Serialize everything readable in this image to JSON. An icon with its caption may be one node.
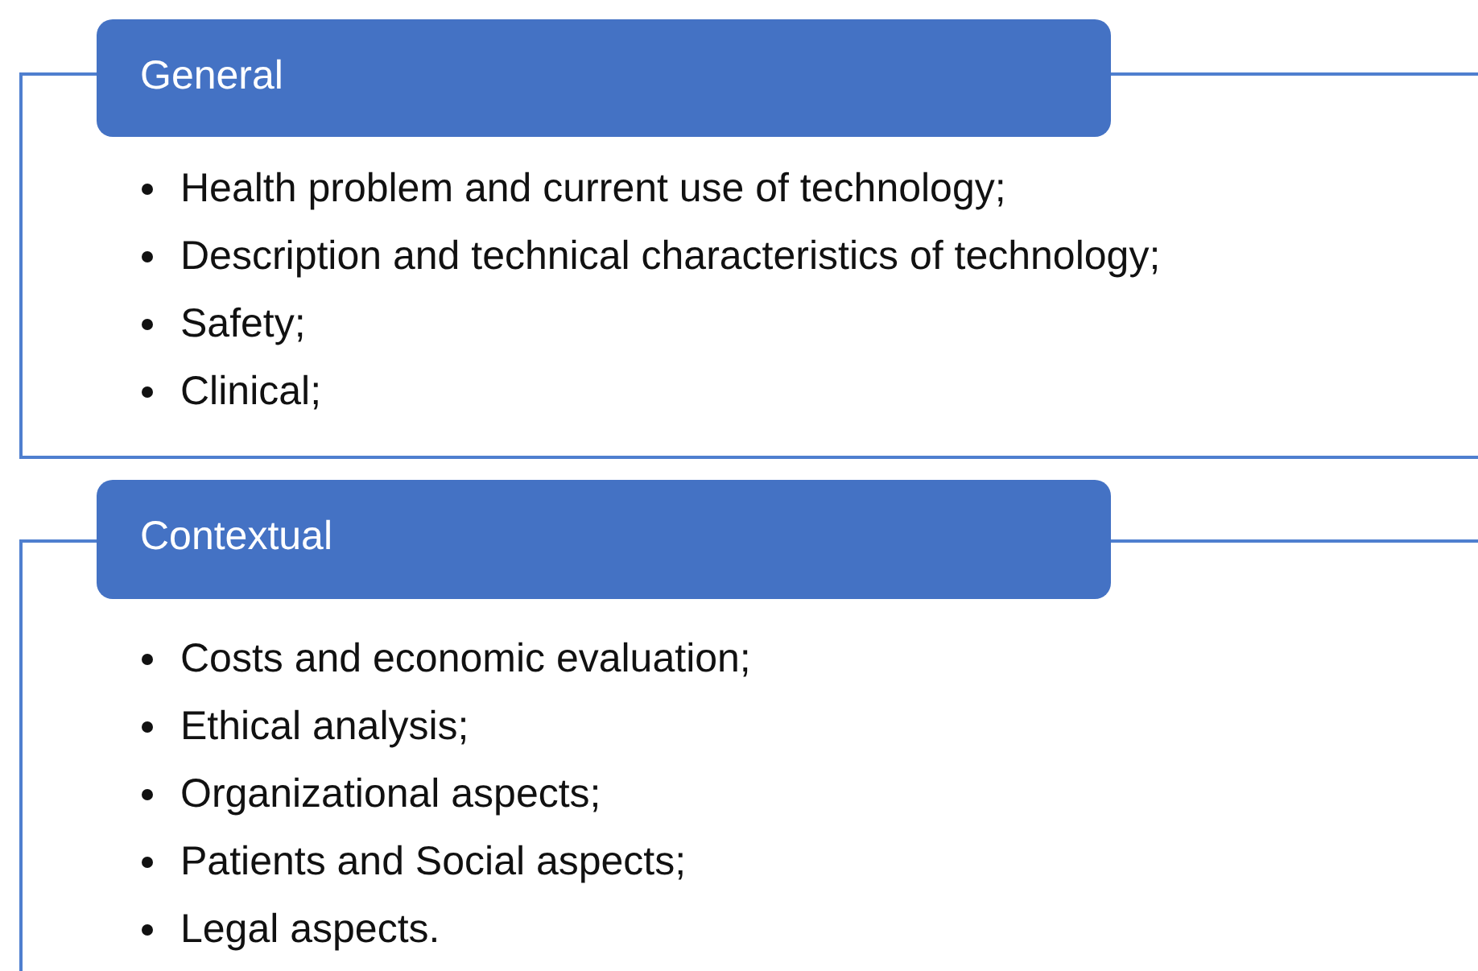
{
  "diagram": {
    "nodes": [
      {
        "text": [
          "General",
          "Health problem and current use of technology;",
          "Description and technical characteristics of technology;",
          "Safety;",
          "Clinical;"
        ]
      },
      {
        "text": [
          "Contextual",
          "Costs and economic evaluation;",
          "Ethical analysis;",
          "Organizational aspects;",
          "Patients and Social aspects;",
          "Legal aspects."
        ]
      }
    ]
  }
}
